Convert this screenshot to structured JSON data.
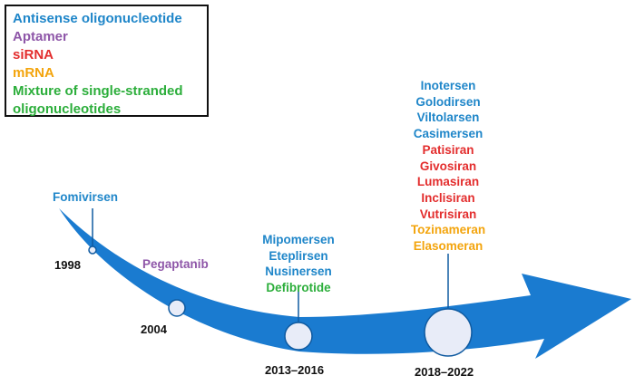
{
  "colors": {
    "antisense": "#1f86c9",
    "aptamer": "#8e56a8",
    "sirna": "#e32d2d",
    "mrna": "#f3a40c",
    "mixture": "#2cae3b",
    "arrow": "#1a7bd0",
    "node_fill": "#e8ecf8",
    "node_stroke": "#0f5aa0",
    "year": "#111111"
  },
  "legend": {
    "items": [
      {
        "label": "Antisense oligonucleotide",
        "type": "antisense"
      },
      {
        "label": "Aptamer",
        "type": "aptamer"
      },
      {
        "label": "siRNA",
        "type": "sirna"
      },
      {
        "label": "mRNA",
        "type": "mrna"
      },
      {
        "label": "Mixture of single-stranded",
        "type": "mixture"
      },
      {
        "label": "oligonucleotides",
        "type": "mixture"
      }
    ]
  },
  "timeline": [
    {
      "year": "1998",
      "drugs": [
        {
          "name": "Fomivirsen",
          "type": "antisense"
        }
      ]
    },
    {
      "year": "2004",
      "drugs": [
        {
          "name": "Pegaptanib",
          "type": "aptamer"
        }
      ]
    },
    {
      "year": "2013–2016",
      "drugs": [
        {
          "name": "Mipomersen",
          "type": "antisense"
        },
        {
          "name": "Eteplirsen",
          "type": "antisense"
        },
        {
          "name": "Nusinersen",
          "type": "antisense"
        },
        {
          "name": "Defibrotide",
          "type": "mixture"
        }
      ]
    },
    {
      "year": "2018–2022",
      "drugs": [
        {
          "name": "Inotersen",
          "type": "antisense"
        },
        {
          "name": "Golodirsen",
          "type": "antisense"
        },
        {
          "name": "Viltolarsen",
          "type": "antisense"
        },
        {
          "name": "Casimersen",
          "type": "antisense"
        },
        {
          "name": "Patisiran",
          "type": "sirna"
        },
        {
          "name": "Givosiran",
          "type": "sirna"
        },
        {
          "name": "Lumasiran",
          "type": "sirna"
        },
        {
          "name": "Inclisiran",
          "type": "sirna"
        },
        {
          "name": "Vutrisiran",
          "type": "sirna"
        },
        {
          "name": "Tozinameran",
          "type": "mrna"
        },
        {
          "name": "Elasomeran",
          "type": "mrna"
        }
      ]
    }
  ]
}
